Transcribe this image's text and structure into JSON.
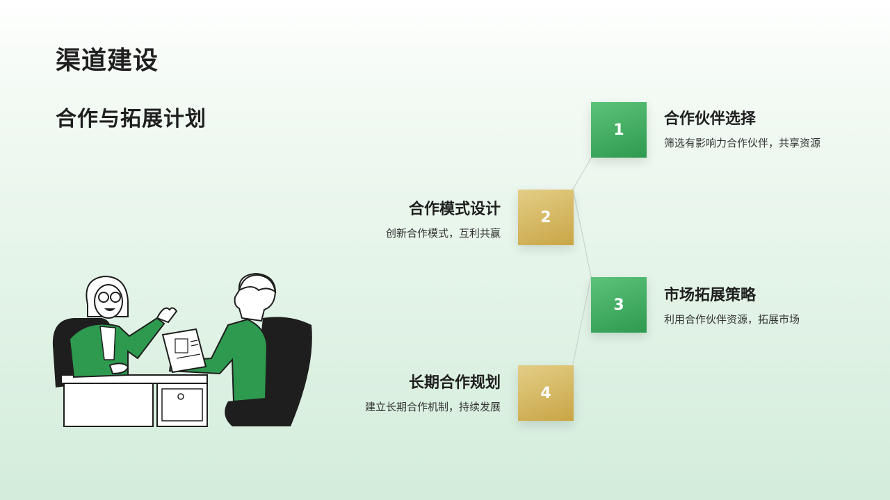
{
  "header": {
    "title": "渠道建设",
    "subtitle": "合作与拓展计划"
  },
  "colors": {
    "green": "#2e9a4f",
    "gold": "#c9a646"
  },
  "steps": [
    {
      "number": "1",
      "title": "合作伙伴选择",
      "desc": "筛选有影响力合作伙伴，共享资源"
    },
    {
      "number": "2",
      "title": "合作模式设计",
      "desc": "创新合作模式，互利共赢"
    },
    {
      "number": "3",
      "title": "市场拓展策略",
      "desc": "利用合作伙伴资源，拓展市场"
    },
    {
      "number": "4",
      "title": "长期合作规划",
      "desc": "建立长期合作机制，持续发展"
    }
  ],
  "illustration": {
    "icon": "business-meeting-illustration"
  }
}
